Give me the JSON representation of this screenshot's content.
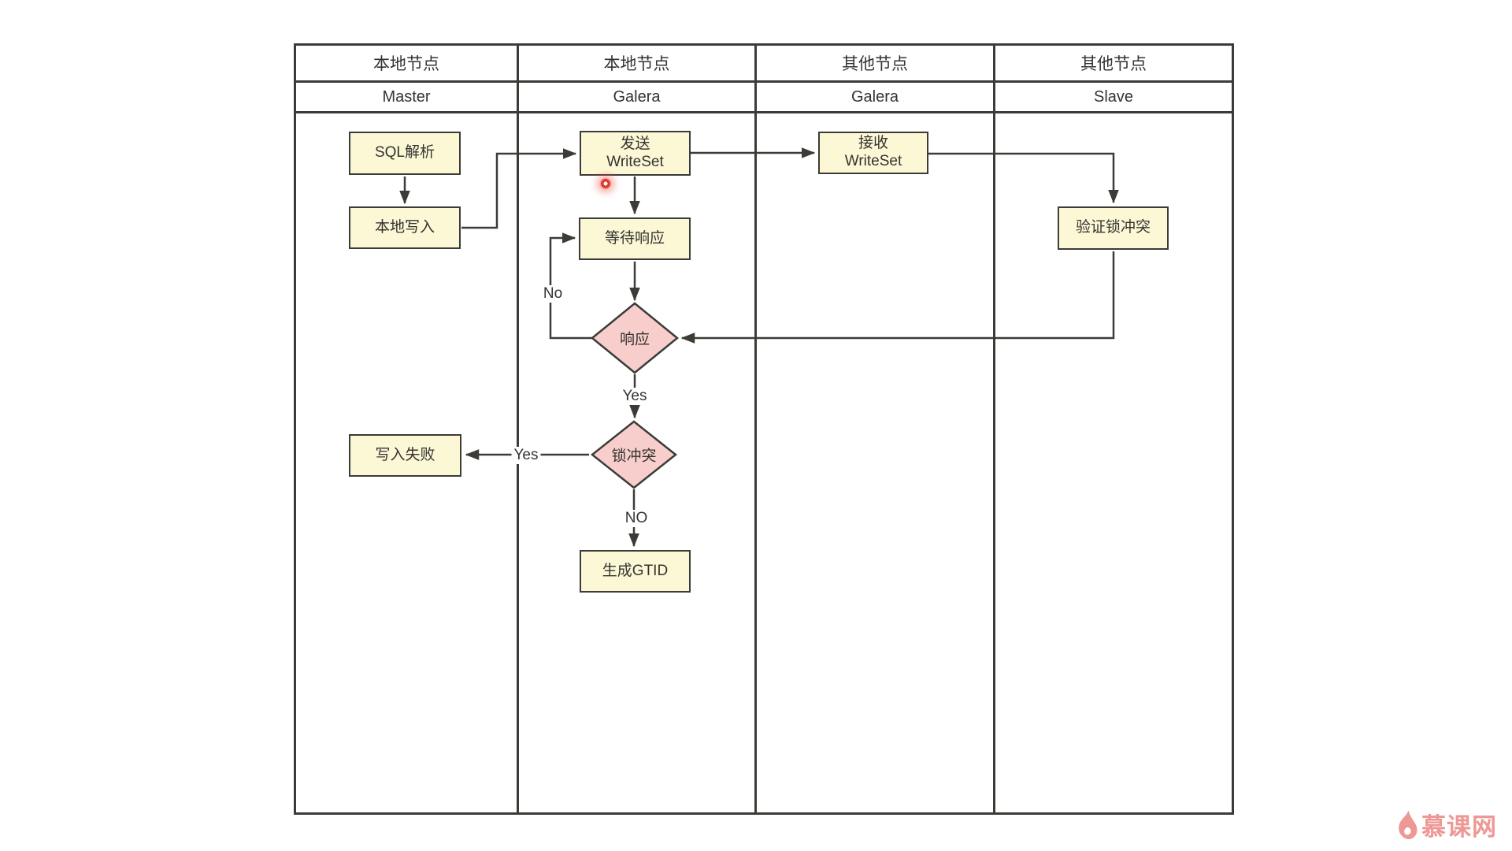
{
  "diagram": {
    "lanes": [
      {
        "group": "本地节点",
        "node": "Master"
      },
      {
        "group": "本地节点",
        "node": "Galera"
      },
      {
        "group": "其他节点",
        "node": "Galera"
      },
      {
        "group": "其他节点",
        "node": "Slave"
      }
    ],
    "nodes": {
      "sql_parse": "SQL解析",
      "local_write": "本地写入",
      "send_writeset": {
        "line1": "发送",
        "line2": "WriteSet"
      },
      "recv_writeset": {
        "line1": "接收",
        "line2": "WriteSet"
      },
      "wait_response": "等待响应",
      "verify_lock": "验证锁冲突",
      "response": "响应",
      "lock_conflict": "锁冲突",
      "write_fail": "写入失败",
      "gen_gtid": "生成GTID"
    },
    "edge_labels": {
      "response_no": "No",
      "response_yes": "Yes",
      "conflict_yes": "Yes",
      "conflict_no": "NO"
    }
  },
  "watermark": {
    "brand": "慕课网"
  },
  "colors": {
    "process_fill": "#FCF8D6",
    "decision_fill": "#F8CECC",
    "stroke": "#3B3B37",
    "watermark": "#ED9894",
    "click_indicator": "#E03B2F"
  }
}
